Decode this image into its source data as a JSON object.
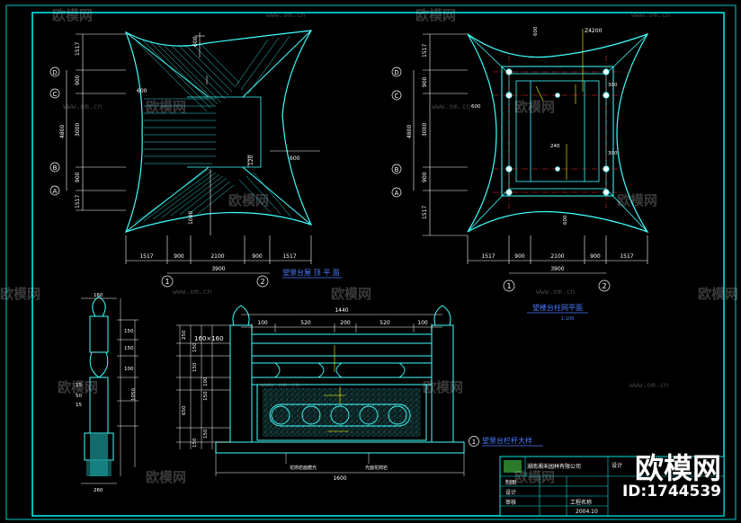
{
  "plans": {
    "roof": {
      "title": "望景台屋 顶 平 面",
      "grid_left": [
        "D",
        "C",
        "B",
        "A"
      ],
      "grid_bottom": [
        "1",
        "2"
      ],
      "dims_vertical": [
        "1517",
        "900",
        "3000",
        "900",
        "1517"
      ],
      "dim_total_vertical": "4800",
      "dims_horizontal": [
        "1517",
        "900",
        "2100",
        "900",
        "1517"
      ],
      "dim_total_horizontal": "3900",
      "dim_600": "600",
      "dim_1000": "1000",
      "dim_120": "120"
    },
    "column": {
      "title": "望楼台柱网平面",
      "subtitle": "1:100",
      "grid_left": [
        "D",
        "C",
        "B",
        "A"
      ],
      "grid_bottom": [
        "1",
        "2"
      ],
      "dims_vertical": [
        "1517",
        "900",
        "3000",
        "900",
        "1517"
      ],
      "dim_total_vertical": "4800",
      "dims_horizontal": [
        "1517",
        "900",
        "2100",
        "900",
        "1517"
      ],
      "dim_total_horizontal": "3900",
      "column_note": "Z4200",
      "dim_600": "600",
      "dim_300": "300",
      "dim_240": "240"
    }
  },
  "railing": {
    "title": "望景台栏杆大样",
    "marker": "1",
    "dim_top": "1440",
    "dims_top_parts": [
      "100",
      "520",
      "200",
      "520",
      "100"
    ],
    "post_note": "160×160",
    "dim_bottom": "1600",
    "dims_side": [
      "250",
      "150",
      "150",
      "100",
      "150",
      "650",
      "150",
      "150"
    ],
    "dim_total_height": "1050",
    "label_left": "花岗岩面磨光",
    "label_right": "光面花岗岩"
  },
  "section": {
    "dim_top": "160",
    "dim_bottom": "260",
    "dims": [
      "150",
      "150",
      "100",
      "15",
      "50",
      "15"
    ]
  },
  "title_block": {
    "company": "湖南湘禾园林有限公司",
    "rows": [
      "制图",
      "设计",
      "审核"
    ],
    "project": "设计",
    "drawing": "工程名称",
    "date": "2004.10"
  },
  "watermark": {
    "brand": "欧模网",
    "url": "www.om.cn",
    "id": "ID:1744539"
  },
  "colors": {
    "frame": "#00e5e5",
    "structure": "#40ffff",
    "dimension": "#ffffff",
    "accent": "#ffff00",
    "grid": "#ff3030",
    "title": "#4a7cff"
  }
}
